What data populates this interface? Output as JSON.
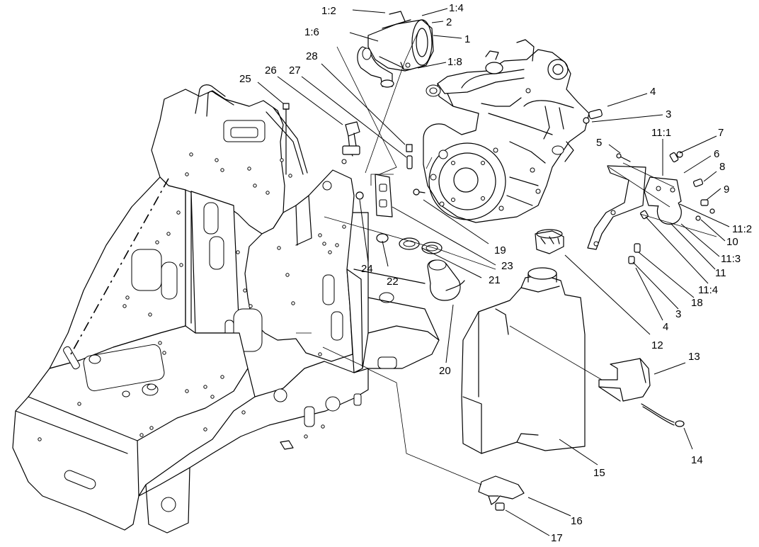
{
  "callouts": {
    "c1_2": "1:2",
    "c1_4": "1:4",
    "c2": "2",
    "c1_6": "1:6",
    "c1": "1",
    "c28": "28",
    "c1_8": "1:8",
    "c26": "26",
    "c27": "27",
    "c25": "25",
    "c4a": "4",
    "c3a": "3",
    "c11_1": "11:1",
    "c7": "7",
    "c5": "5",
    "c6": "6",
    "c8": "8",
    "c9": "9",
    "c11_2": "11:2",
    "c10": "10",
    "c19": "19",
    "c11_3": "11:3",
    "c23": "23",
    "c21": "21",
    "c11": "11",
    "c24": "24",
    "c22": "22",
    "c11_4": "11:4",
    "c18": "18",
    "c3b": "3",
    "c4b": "4",
    "c12": "12",
    "c20": "20",
    "c13": "13",
    "c14": "14",
    "c15": "15",
    "c16": "16",
    "c17": "17"
  }
}
